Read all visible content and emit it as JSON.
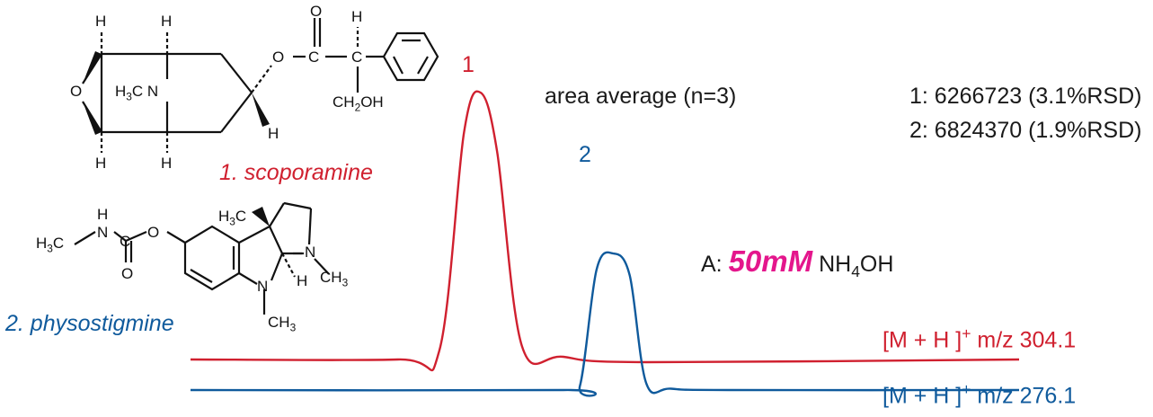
{
  "compounds": {
    "c1_label": "1. scoporamine",
    "c2_label": "2. physostigmine"
  },
  "area": {
    "header": "area average (n=3)",
    "line1": "1: 6266723 (3.1%RSD)",
    "line2": "2: 6824370 (1.9%RSD)"
  },
  "mobile_phase": {
    "prefix": "A:",
    "concentration": "50mM",
    "reagent_main": "NH",
    "reagent_sub": "4",
    "reagent_end": "OH"
  },
  "traces": {
    "t1_text_a": "[M + H ]",
    "t1_sup": "+",
    "t1_text_b": " m/z 304.1",
    "t2_text_a": "[M + H ]",
    "t2_sup": "+",
    "t2_text_b": " m/z 276.1"
  },
  "colors": {
    "trace1": "#d0202f",
    "trace2": "#0f5a9c",
    "highlight": "#e4168c"
  },
  "chart_data": {
    "type": "line",
    "title": "",
    "xlabel": "",
    "ylabel": "",
    "series": [
      {
        "name": "[M + H ]+ m/z 304.1",
        "peak_label": "1",
        "color": "#d0202f",
        "x": [
          0,
          0.25,
          0.3,
          0.33,
          0.35,
          0.37,
          0.4,
          0.45,
          0.55,
          1.0
        ],
        "y": [
          0,
          0,
          0.03,
          0.85,
          1.0,
          0.78,
          0.05,
          0.01,
          -0.01,
          0
        ]
      },
      {
        "name": "[M + H ]+ m/z 276.1",
        "peak_label": "2",
        "color": "#0f5a9c",
        "x": [
          0,
          0.45,
          0.47,
          0.49,
          0.51,
          0.53,
          0.55,
          0.58,
          0.65,
          1.0
        ],
        "y": [
          0,
          0,
          0.03,
          0.88,
          1.0,
          0.84,
          0.05,
          0.01,
          0,
          0
        ]
      }
    ]
  }
}
